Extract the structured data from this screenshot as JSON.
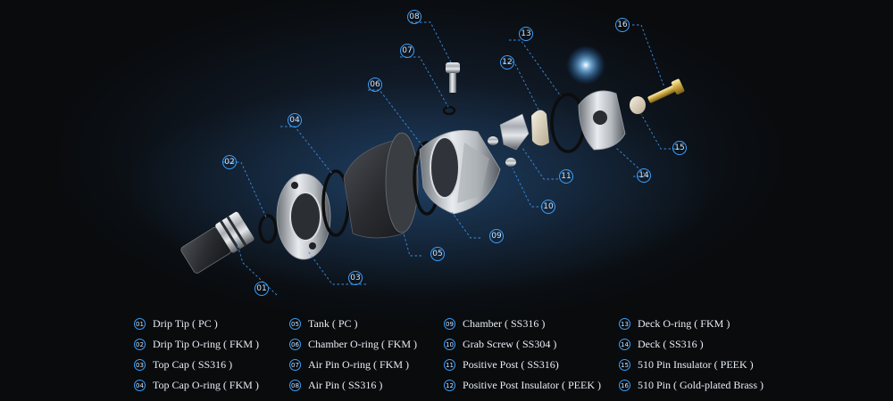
{
  "accent_color": "#3aa0ff",
  "callouts": [
    {
      "num": "01"
    },
    {
      "num": "02"
    },
    {
      "num": "03"
    },
    {
      "num": "04"
    },
    {
      "num": "05"
    },
    {
      "num": "06"
    },
    {
      "num": "07"
    },
    {
      "num": "08"
    },
    {
      "num": "09"
    },
    {
      "num": "10"
    },
    {
      "num": "11"
    },
    {
      "num": "12"
    },
    {
      "num": "13"
    },
    {
      "num": "14"
    },
    {
      "num": "15"
    },
    {
      "num": "16"
    }
  ],
  "legend": [
    {
      "num": "01",
      "label": "Drip Tip ( PC )"
    },
    {
      "num": "02",
      "label": "Drip Tip O-ring ( FKM )"
    },
    {
      "num": "03",
      "label": "Top Cap ( SS316 )"
    },
    {
      "num": "04",
      "label": "Top Cap O-ring ( FKM )"
    },
    {
      "num": "05",
      "label": "Tank ( PC )"
    },
    {
      "num": "06",
      "label": "Chamber O-ring ( FKM )"
    },
    {
      "num": "07",
      "label": "Air Pin O-ring ( FKM )"
    },
    {
      "num": "08",
      "label": "Air Pin ( SS316 )"
    },
    {
      "num": "09",
      "label": "Chamber ( SS316 )"
    },
    {
      "num": "10",
      "label": "Grab Screw ( SS304 )"
    },
    {
      "num": "11",
      "label": "Positive Post ( SS316)"
    },
    {
      "num": "12",
      "label": "Positive Post Insulator ( PEEK )"
    },
    {
      "num": "13",
      "label": "Deck O-ring ( FKM )"
    },
    {
      "num": "14",
      "label": "Deck ( SS316 )"
    },
    {
      "num": "15",
      "label": "510 Pin Insulator ( PEEK )"
    },
    {
      "num": "16",
      "label": "510 Pin ( Gold-plated Brass )"
    }
  ]
}
